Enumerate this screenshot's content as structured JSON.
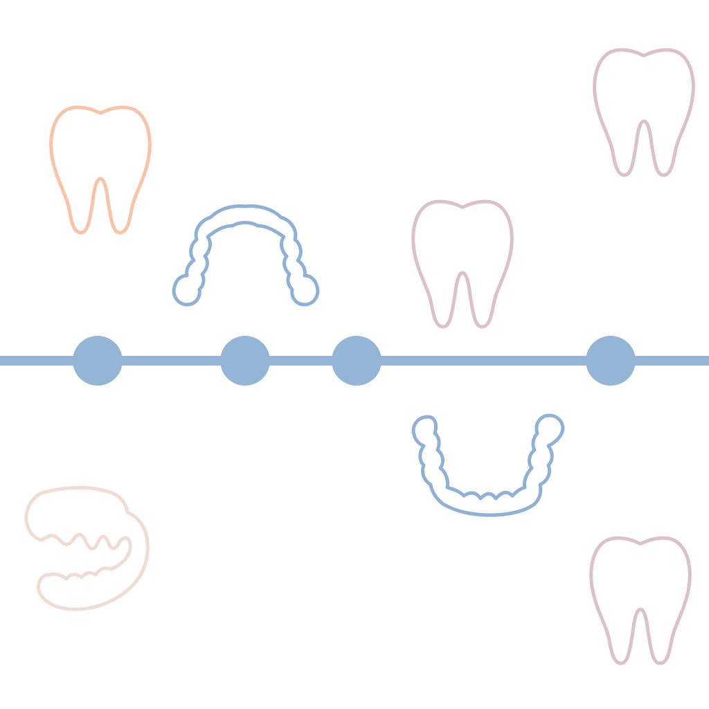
{
  "colors": {
    "background": "#ffffff",
    "timeline": "#94b5d5",
    "aligner": "#8fb1d6",
    "tooth_peach": "#f8c3a6",
    "tooth_mauve": "#dcc1c9",
    "denture_blush": "#f1dcd3"
  },
  "timeline": {
    "milestone_count": 4
  },
  "icons": [
    {
      "name": "tooth-icon",
      "style": "tooth_peach"
    },
    {
      "name": "upper-aligner-icon",
      "style": "aligner"
    },
    {
      "name": "tooth-icon",
      "style": "tooth_mauve"
    },
    {
      "name": "tooth-icon",
      "style": "tooth_mauve"
    },
    {
      "name": "lower-aligner-icon",
      "style": "aligner"
    },
    {
      "name": "denture-icon",
      "style": "denture_blush"
    },
    {
      "name": "tooth-icon",
      "style": "tooth_mauve"
    }
  ]
}
